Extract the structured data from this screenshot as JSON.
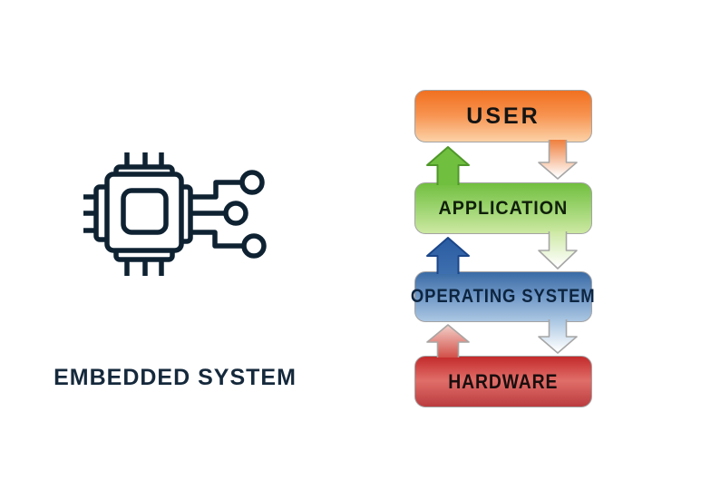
{
  "left_panel": {
    "caption": "EMBEDDED SYSTEM",
    "caption_color": "#15293c",
    "icon": "microchip-icon",
    "icon_stroke_color": "#0e2232"
  },
  "diagram": {
    "title": "layered-architecture",
    "box_border_color": "#a3a3a3",
    "layers": [
      {
        "id": "user",
        "label": "USER",
        "gradient_top": "#f1701f",
        "gradient_mid": "#f79350",
        "gradient_bottom": "#fcd2a8",
        "text_color": "#141414"
      },
      {
        "id": "application",
        "label": "APPLICATION",
        "gradient_top": "#72bf40",
        "gradient_mid": "#9bd36e",
        "gradient_bottom": "#cde9a3",
        "text_color": "#10200a"
      },
      {
        "id": "operating-system",
        "label": "OPERATING SYSTEM",
        "gradient_top": "#3a6ba5",
        "gradient_mid": "#6f97c6",
        "gradient_bottom": "#abc7e3",
        "text_color": "#0d2540"
      },
      {
        "id": "hardware",
        "label": "HARDWARE",
        "gradient_top": "#c32a2b",
        "gradient_mid": "#e06e69",
        "gradient_bottom": "#bb3c3f",
        "text_color": "#1a0e0e"
      }
    ],
    "arrows": [
      {
        "from": "application",
        "to": "user",
        "direction": "up",
        "color": "#70bf3f"
      },
      {
        "from": "user",
        "to": "application",
        "direction": "down",
        "color": "#ef7f3d"
      },
      {
        "from": "operating-system",
        "to": "application",
        "direction": "up",
        "color": "#2f63a8"
      },
      {
        "from": "application",
        "to": "operating-system",
        "direction": "down",
        "color": "#cde9a4"
      },
      {
        "from": "hardware",
        "to": "operating-system",
        "direction": "up",
        "color": "#d25049"
      },
      {
        "from": "operating-system",
        "to": "hardware",
        "direction": "down",
        "color": "#a6c4e1"
      }
    ]
  }
}
